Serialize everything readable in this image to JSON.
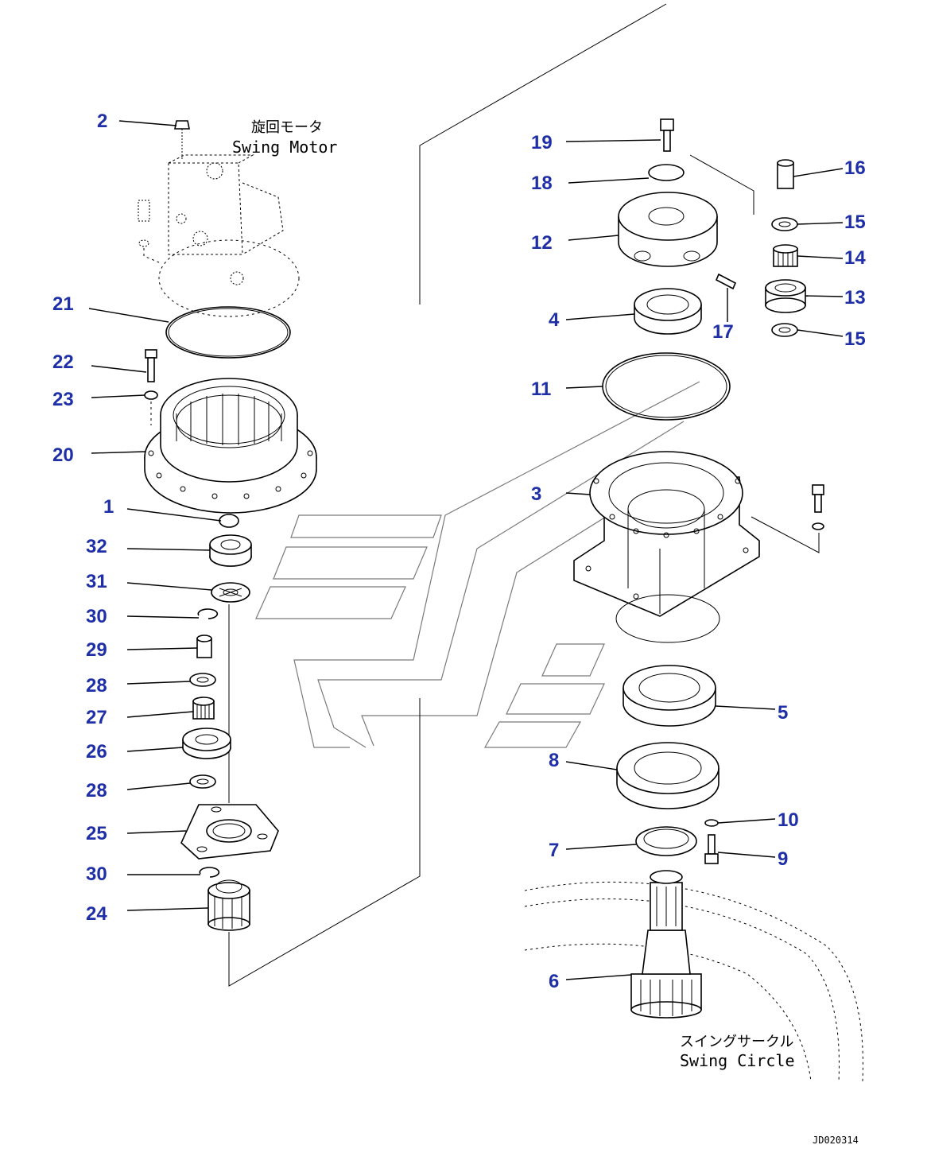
{
  "labels": {
    "swing_motor_jp": "旋回モータ",
    "swing_motor_en": "Swing Motor",
    "swing_circle_jp": "スイングサークル",
    "swing_circle_en": "Swing Circle",
    "drawing_code": "JD020314"
  },
  "callouts": [
    {
      "id": "c2",
      "text": "2"
    },
    {
      "id": "c21",
      "text": "21"
    },
    {
      "id": "c22",
      "text": "22"
    },
    {
      "id": "c23",
      "text": "23"
    },
    {
      "id": "c20",
      "text": "20"
    },
    {
      "id": "c1",
      "text": "1"
    },
    {
      "id": "c32",
      "text": "32"
    },
    {
      "id": "c31",
      "text": "31"
    },
    {
      "id": "c30a",
      "text": "30"
    },
    {
      "id": "c29",
      "text": "29"
    },
    {
      "id": "c28a",
      "text": "28"
    },
    {
      "id": "c27",
      "text": "27"
    },
    {
      "id": "c26",
      "text": "26"
    },
    {
      "id": "c28b",
      "text": "28"
    },
    {
      "id": "c25",
      "text": "25"
    },
    {
      "id": "c30b",
      "text": "30"
    },
    {
      "id": "c24",
      "text": "24"
    },
    {
      "id": "c19",
      "text": "19"
    },
    {
      "id": "c18",
      "text": "18"
    },
    {
      "id": "c12",
      "text": "12"
    },
    {
      "id": "c4",
      "text": "4"
    },
    {
      "id": "c11",
      "text": "11"
    },
    {
      "id": "c3",
      "text": "3"
    },
    {
      "id": "c16",
      "text": "16"
    },
    {
      "id": "c15a",
      "text": "15"
    },
    {
      "id": "c14",
      "text": "14"
    },
    {
      "id": "c13",
      "text": "13"
    },
    {
      "id": "c17",
      "text": "17"
    },
    {
      "id": "c15b",
      "text": "15"
    },
    {
      "id": "c5",
      "text": "5"
    },
    {
      "id": "c8",
      "text": "8"
    },
    {
      "id": "c10",
      "text": "10"
    },
    {
      "id": "c7",
      "text": "7"
    },
    {
      "id": "c9",
      "text": "9"
    },
    {
      "id": "c6",
      "text": "6"
    }
  ],
  "colors": {
    "callout": "#1f2fa8",
    "line": "#000000",
    "watermark": "#7a7a7a"
  }
}
